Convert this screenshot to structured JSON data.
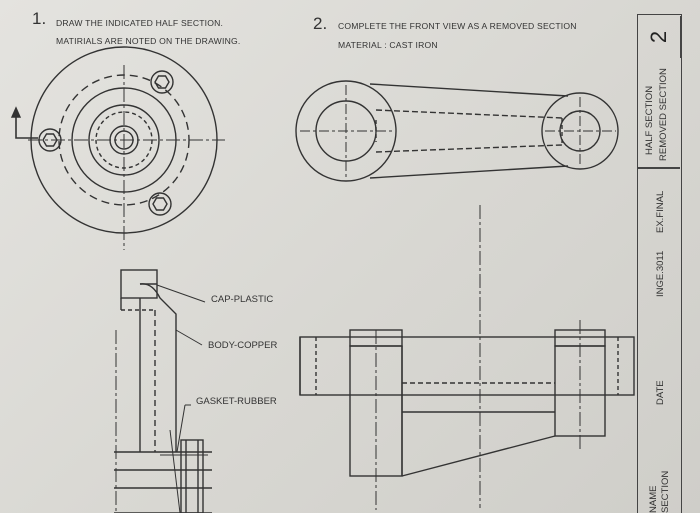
{
  "problem1": {
    "number": "1.",
    "instruction_line1": "DRAW THE INDICATED HALF SECTION.",
    "instruction_line2": "MATIRIALS ARE NOTED ON THE DRAWING.",
    "callouts": [
      "CAP-PLASTIC",
      "BODY-COPPER",
      "GASKET-RUBBER"
    ]
  },
  "problem2": {
    "number": "2.",
    "instruction_line1": "COMPLETE THE FRONT VIEW AS A REMOVED SECTION",
    "instruction_line2": "MATERIAL : CAST IRON"
  },
  "title_block": {
    "sheet_number": "2",
    "topic_line1": "HALF SECTION",
    "topic_line2": "REMOVED SECTION",
    "course": "INGE.3011",
    "exam": "EX.FINAL",
    "date_label": "DATE",
    "name_label": "NAME",
    "section_label": "SECTION"
  }
}
